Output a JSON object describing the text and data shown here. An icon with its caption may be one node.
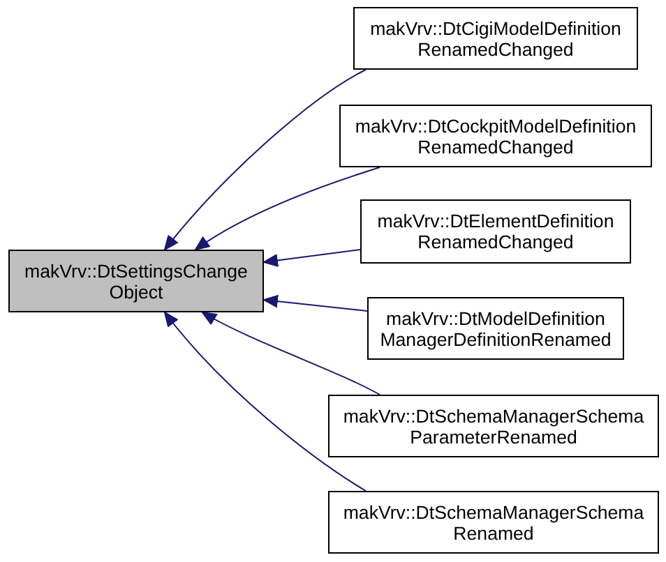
{
  "diagram": {
    "nodes": [
      {
        "text": [
          "makVrv::DtSettingsChange Object"
        ]
      },
      {
        "text": [
          "makVrv::DtCigiModelDefinition RenamedChanged"
        ]
      },
      {
        "text": [
          "makVrv::DtCockpitModelDefinition RenamedChanged"
        ]
      },
      {
        "text": [
          "makVrv::DtElementDefinition RenamedChanged"
        ]
      },
      {
        "text": [
          "makVrv::DtModelDefinition ManagerDefinitionRenamed"
        ]
      },
      {
        "text": [
          "makVrv::DtSchemaManagerSchema ParameterRenamed"
        ]
      },
      {
        "text": [
          "makVrv::DtSchemaManagerSchema Renamed"
        ]
      }
    ],
    "edges": [
      {
        "from": 1,
        "to": 0,
        "arrow": "to"
      },
      {
        "from": 2,
        "to": 0,
        "arrow": "to"
      },
      {
        "from": 3,
        "to": 0,
        "arrow": "to"
      },
      {
        "from": 4,
        "to": 0,
        "arrow": "to"
      },
      {
        "from": 5,
        "to": 0,
        "arrow": "to"
      },
      {
        "from": 6,
        "to": 0,
        "arrow": "to"
      }
    ]
  }
}
